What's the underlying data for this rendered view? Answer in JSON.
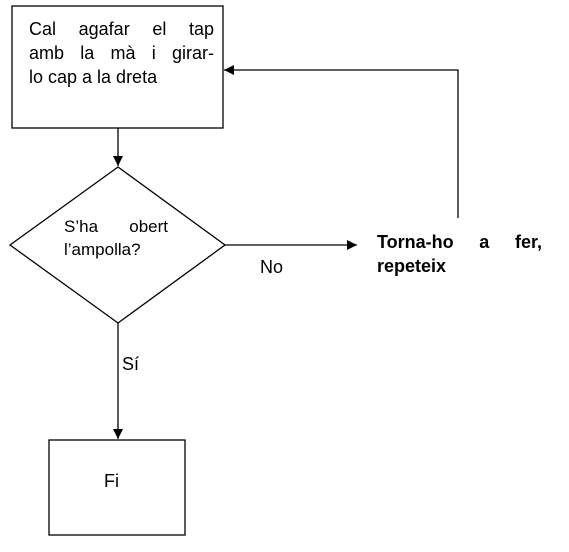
{
  "diagram": {
    "start_box": {
      "lines": [
        "Cal agafar el tap",
        "amb la mà i girar-",
        "lo cap a la dreta"
      ]
    },
    "decision": {
      "lines": [
        "S’ha obert",
        "l’ampolla?"
      ]
    },
    "retry": {
      "lines": [
        "Torna-ho a fer,",
        "repeteix"
      ]
    },
    "label_no": "No",
    "label_yes": "Sí",
    "end_box": {
      "text": "Fi"
    },
    "line_color": "#000000",
    "background_color": "#ffffff"
  }
}
